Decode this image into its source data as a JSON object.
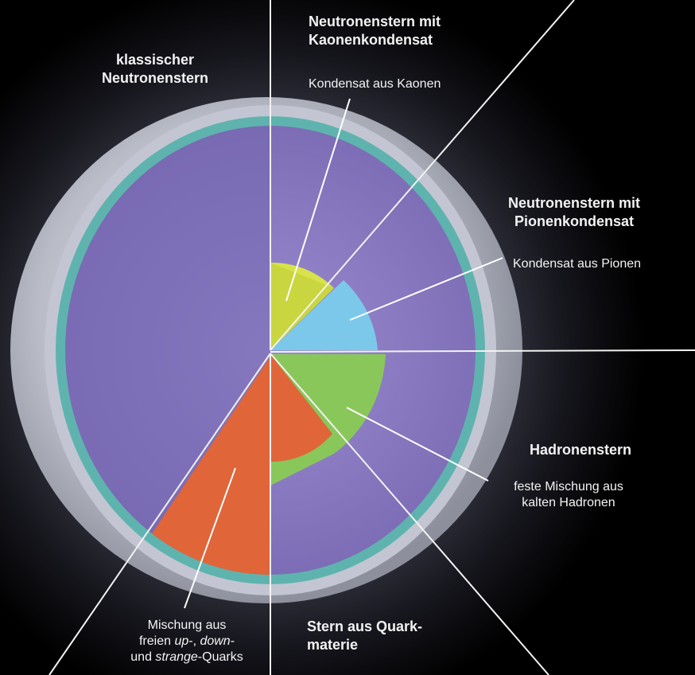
{
  "labels": {
    "classic_title_1": "klassischer",
    "classic_title_2": "Neutronenstern",
    "kaon_title_1": "Neutronenstern mit",
    "kaon_title_2": "Kaonenkondensat",
    "kaon_note": "Kondensat aus Kaonen",
    "pion_title_1": "Neutronenstern mit",
    "pion_title_2": "Pionenkondensat",
    "pion_note": "Kondensat aus Pionen",
    "hadron_title": "Hadronenstern",
    "hadron_note_1": "feste Mischung aus",
    "hadron_note_2": "kalten Hadronen",
    "quark_title_1": "Stern aus Quark-",
    "quark_title_2": "materie",
    "quark_note_1": "Mischung aus",
    "quark_note_2a": "freien ",
    "quark_note_2b": "up",
    "quark_note_2c": "-, ",
    "quark_note_2d": "down",
    "quark_note_2e": "-",
    "quark_note_3a": "und ",
    "quark_note_3b": "strange",
    "quark_note_3c": "-Quarks"
  },
  "colors": {
    "background": "#000000",
    "crust": "#c9cbd3",
    "crust_band": "#5fb3ae",
    "neutron_matter": "#8f7fc4",
    "kaon_condensate": "#d9e24a",
    "pion_condensate": "#7cc8ea",
    "hadron_mixture": "#89c75a",
    "quark_matter": "#e0663a",
    "callout_line": "#ffffff"
  }
}
